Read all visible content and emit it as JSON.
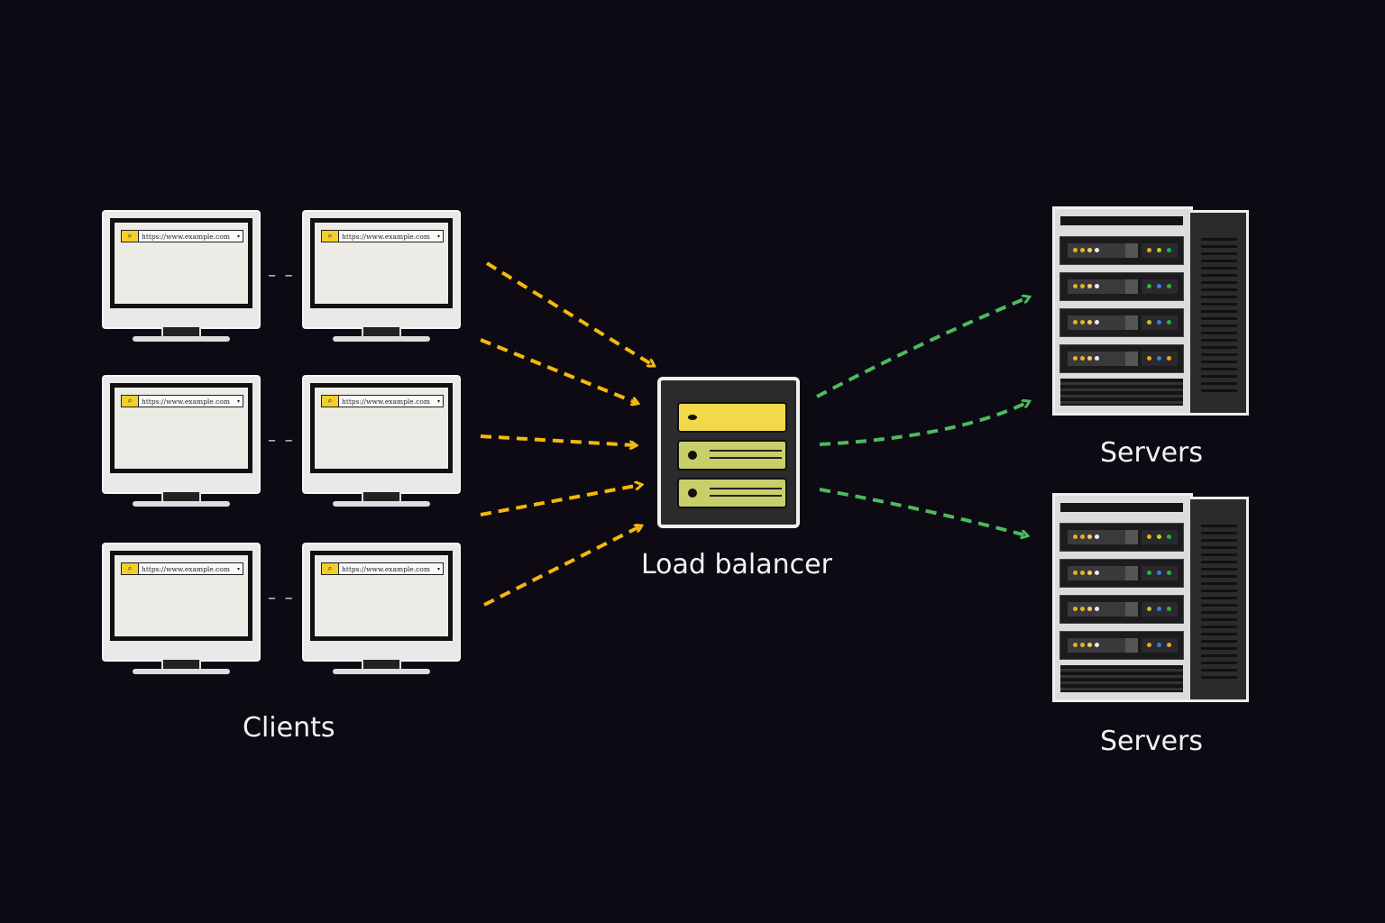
{
  "labels": {
    "clients": "Clients",
    "load_balancer": "Load balancer",
    "servers_top": "Servers",
    "servers_bottom": "Servers"
  },
  "client_url": "https://www.example.com",
  "colors": {
    "background": "#0d0a13",
    "client_arrows": "#f5b80c",
    "server_arrows": "#4cbb5c",
    "lb_primary": "#f2d94a",
    "lb_secondary": "#c8cf6a"
  },
  "icons": {
    "client": "monitor-icon",
    "load_balancer": "load-balancer-icon",
    "server": "server-rack-icon",
    "search": "search-icon"
  },
  "server_led_colors": [
    [
      "#e0b020",
      "#c8d020",
      "#20b040"
    ],
    [
      "#30b040",
      "#3080e0",
      "#30b040"
    ],
    [
      "#c8c020",
      "#3080e0",
      "#30b040"
    ],
    [
      "#f0a020",
      "#3080e0",
      "#f0a020"
    ]
  ]
}
